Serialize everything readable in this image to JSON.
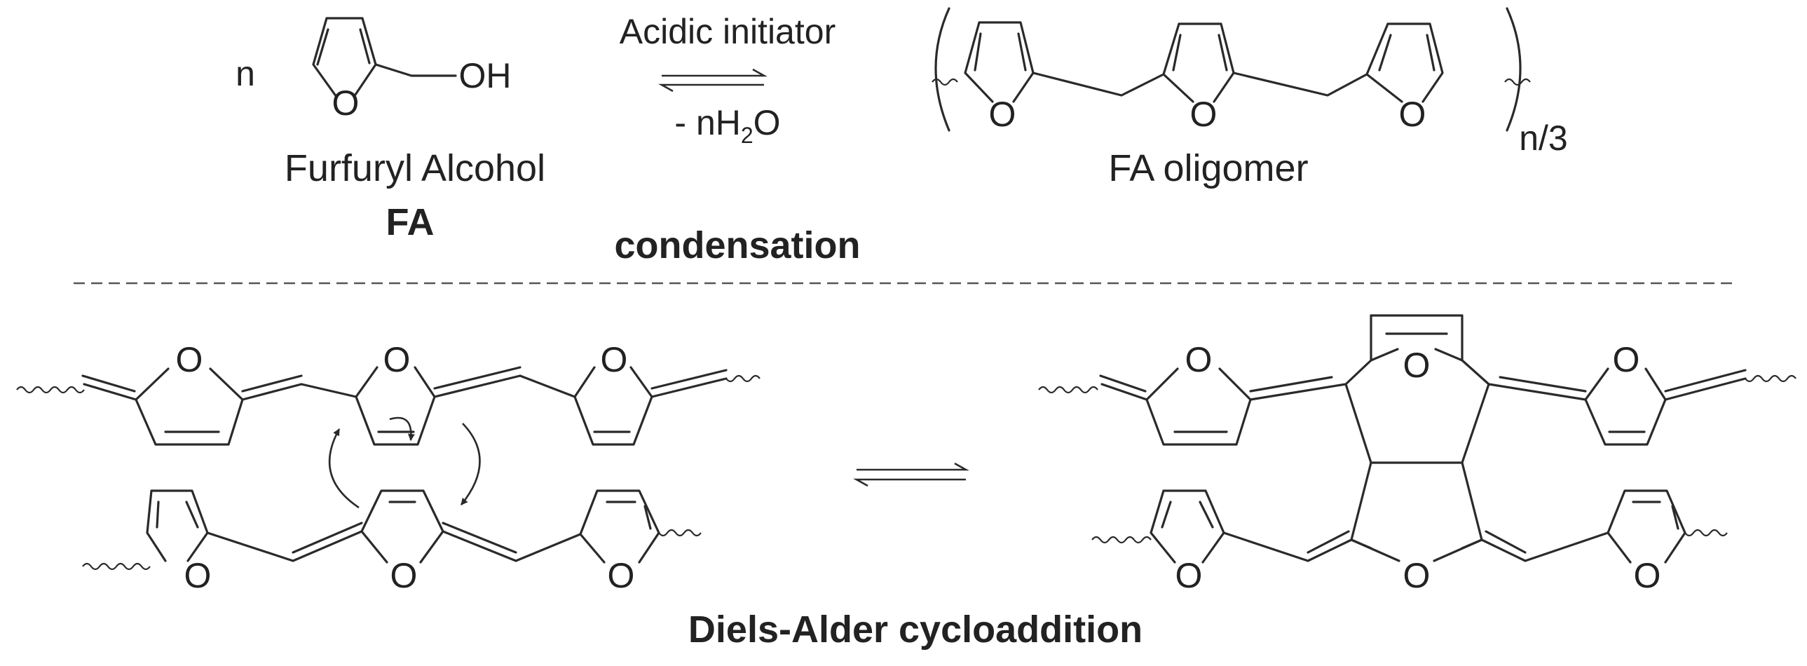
{
  "reagent": {
    "coefficient": "n",
    "hydroxyl": "OH",
    "name": "Furfuryl Alcohol",
    "abbrev": "FA"
  },
  "conditions": {
    "above_arrow": "Acidic initiator",
    "below_arrow_prefix": "- nH",
    "below_arrow_sub": "2",
    "below_arrow_suffix": "O"
  },
  "product": {
    "name": "FA oligomer",
    "repeat": "n/3"
  },
  "atoms": {
    "oxygen": "O"
  },
  "reactions": {
    "top_title": "condensation",
    "bottom_title": "Diels-Alder cycloaddition"
  },
  "colors": {
    "ink": "#2a2a2a",
    "background": "#ffffff",
    "separator": "#555555"
  }
}
